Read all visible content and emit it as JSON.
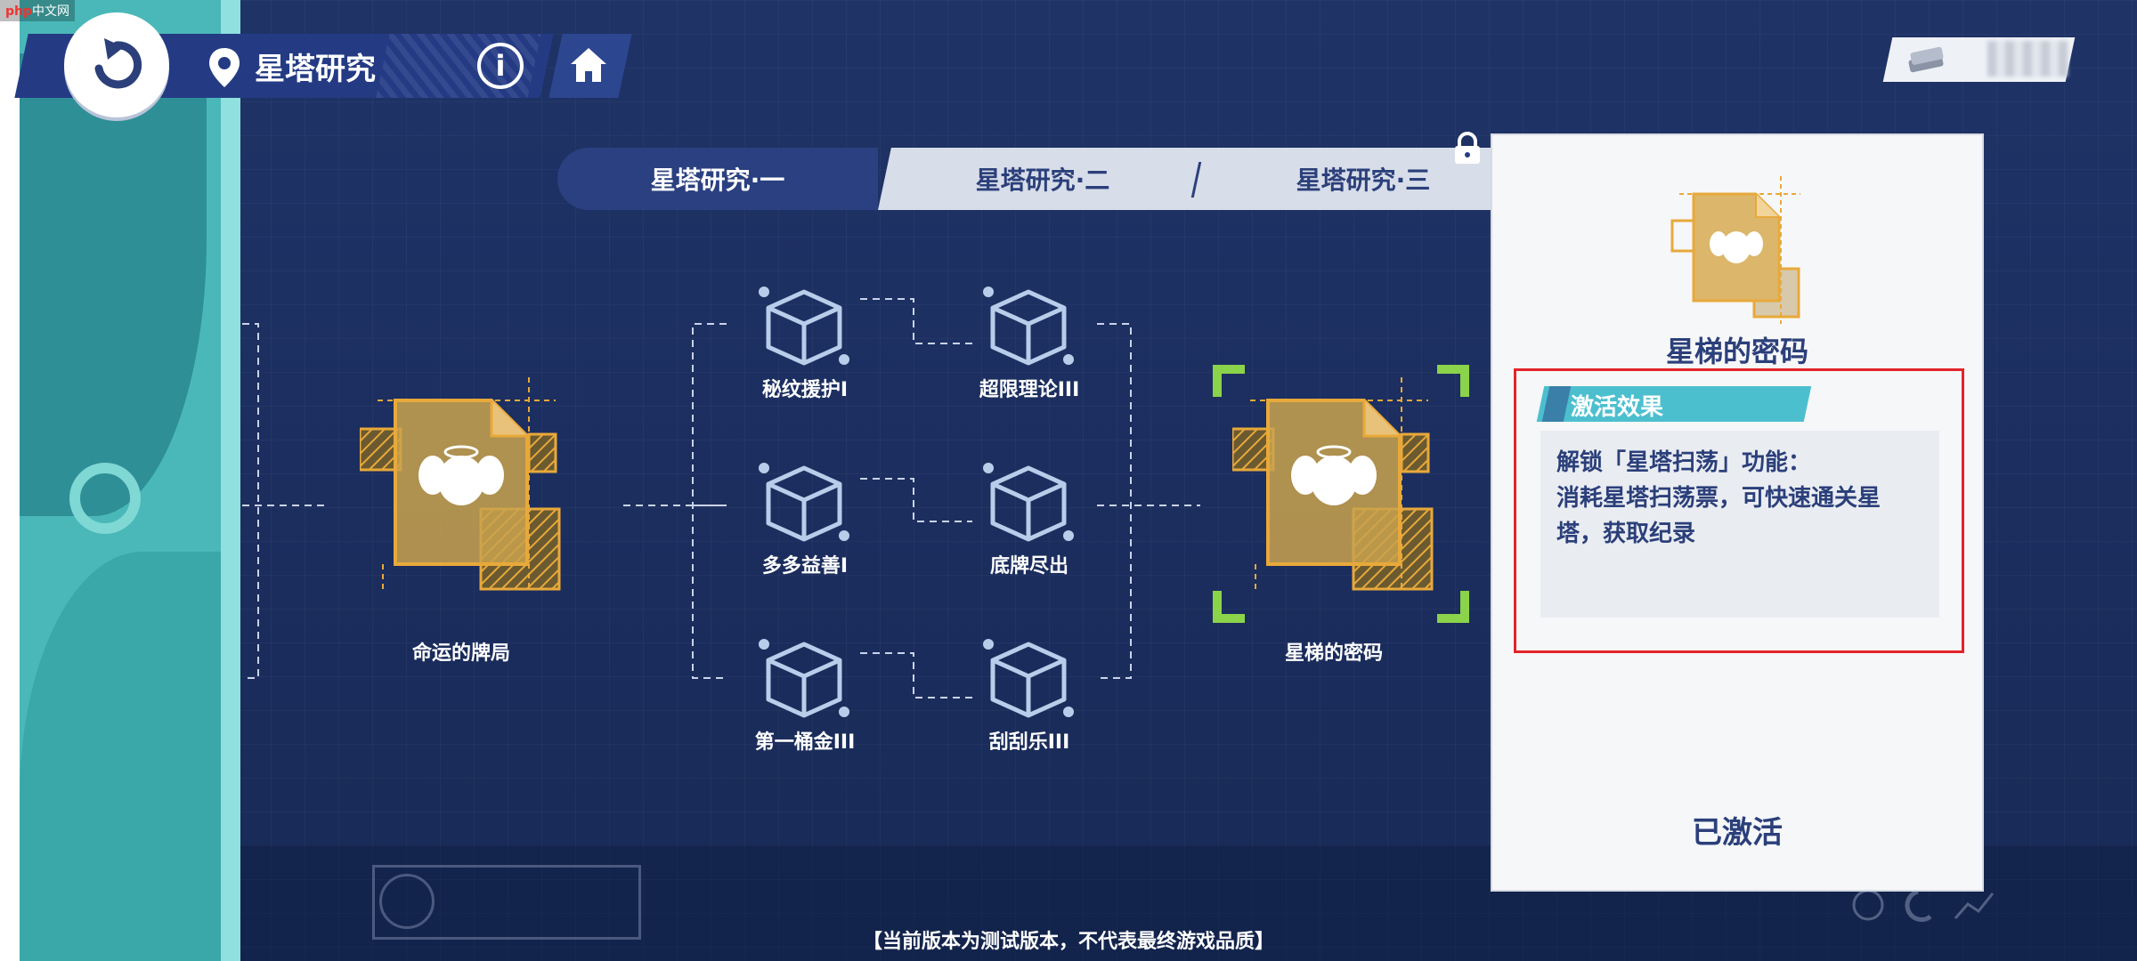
{
  "watermark": {
    "prefix": "php",
    "suffix": "中文网"
  },
  "header": {
    "title": "星塔研究",
    "icons": {
      "back": "back-arrow-icon",
      "location": "location-pin-icon",
      "info": "info-icon",
      "home": "home-icon"
    },
    "info_glyph": "i"
  },
  "currency": {
    "icon": "ticket-stack-icon"
  },
  "tabs": [
    {
      "label": "星塔研究·一",
      "active": true
    },
    {
      "label": "星塔研究·二",
      "active": false
    },
    {
      "label": "星塔研究·三",
      "active": false,
      "locked": true
    }
  ],
  "tree": {
    "left_node": {
      "label": "命运的牌局"
    },
    "grid": [
      {
        "label": "秘纹援护I"
      },
      {
        "label": "超限理论III"
      },
      {
        "label": "多多益善I"
      },
      {
        "label": "底牌尽出"
      },
      {
        "label": "第一桶金III"
      },
      {
        "label": "刮刮乐III"
      }
    ],
    "right_node": {
      "label": "星梯的密码",
      "selected": true
    }
  },
  "detail": {
    "title": "星梯的密码",
    "effect_label": "激活效果",
    "effect_lines": [
      "解锁「星塔扫荡」功能：",
      "消耗星塔扫荡票，可快速通关星",
      "塔，获取纪录"
    ],
    "status": "已激活"
  },
  "notice": "【当前版本为测试版本，不代表最终游戏品质】",
  "colors": {
    "accent_gold": "#e8a93a",
    "navy": "#1d2f63",
    "teal": "#4cbfcf",
    "highlight_red": "#e4232a",
    "select_green": "#8bd34a"
  }
}
